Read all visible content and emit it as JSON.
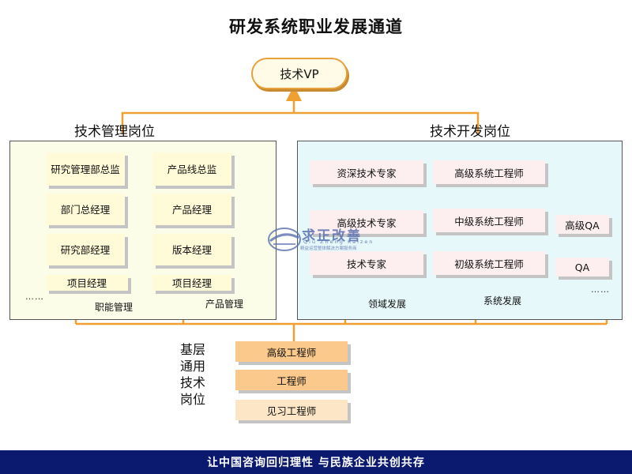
{
  "title": "研发系统职业发展通道",
  "vp": "技术VP",
  "management": {
    "label": "技术管理岗位",
    "boxes": [
      "研究管理部总监",
      "产品线总监",
      "部门总经理",
      "产品经理",
      "研究部经理",
      "版本经理",
      "项目经理",
      "项目经理"
    ],
    "dots": "……",
    "track_labels": [
      "职能管理",
      "产品管理"
    ]
  },
  "development": {
    "label": "技术开发岗位",
    "boxes": [
      "资深技术专家",
      "高级系统工程师",
      "高级技术专家",
      "中级系统工程师",
      "高级QA",
      "技术专家",
      "初级系统工程师",
      "QA"
    ],
    "dots": "……",
    "track_labels": [
      "领域发展",
      "系统发展"
    ]
  },
  "basic": {
    "label_lines": [
      "基层",
      "通用",
      "技术",
      "岗位"
    ],
    "boxes": [
      "高级工程师",
      "工程师",
      "见习工程师"
    ]
  },
  "watermark": {
    "cn": "求正改善",
    "en": "Qiu Zheng Kaizen",
    "sub": "精益运营整体解决方案服务商"
  },
  "footer": "让中国咨询回归理性 与民族企业共创共存",
  "colors": {
    "arrow": "#f0a030",
    "footer_bg": "#0b1a6e",
    "left_panel_bg": "#fbfde8",
    "right_panel_bg": "#e6f8fa"
  }
}
